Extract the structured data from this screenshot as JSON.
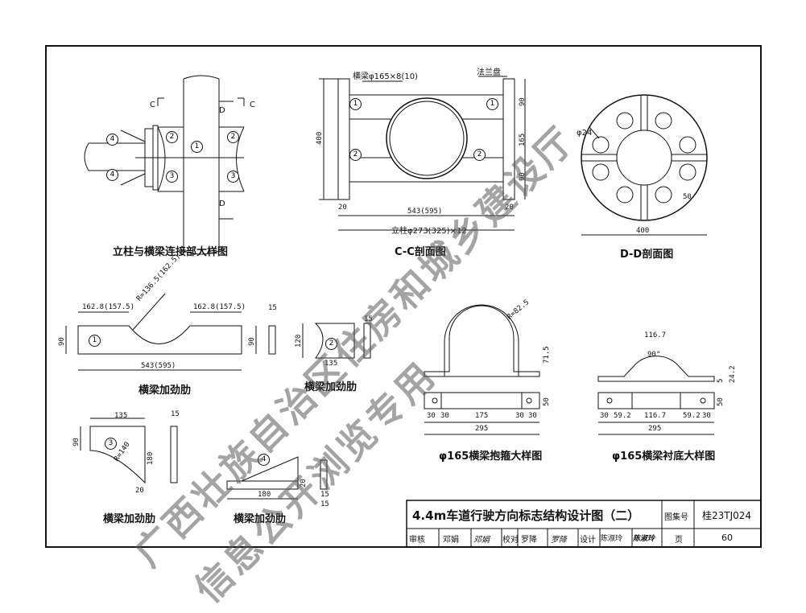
{
  "drawing": {
    "main_title": "4.4m车道行驶方向标志结构设计图（二）",
    "atlas_label": "图集号",
    "atlas_no": "桂23TJ024",
    "page_label": "页",
    "page_no": "60",
    "review_label": "审核",
    "review_name": "邓娟",
    "review_sign": "邓娟",
    "check_label": "校对",
    "check_name": "罗降",
    "check_sign": "罗降",
    "design_label": "设计",
    "design_name": "陈淑玲",
    "design_sign": "陈淑玲"
  },
  "views": {
    "v1_title": "立柱与横梁连接部大样图",
    "v2_title": "C-C剖面图",
    "v3_title": "D-D剖面图",
    "v4_title": "横梁加劲肋",
    "v5_title": "横梁加劲肋",
    "v6_title": "φ165横梁抱箍大样图",
    "v7_title": "φ165横梁衬底大样图",
    "v8_title": "横梁加劲肋",
    "v9_title": "横梁加劲肋"
  },
  "annotations": {
    "c_left": "C",
    "c_right": "C",
    "d_top": "D",
    "d_bottom": "D",
    "beam_spec": "横梁φ165×8(10)",
    "flange": "法兰盘",
    "column_spec": "立柱φ273(325)×12",
    "hole_dia": "φ24",
    "d400_v": "400",
    "d90_a": "90",
    "d165": "165",
    "d90_b": "90",
    "d20_a": "20",
    "d20_b": "20",
    "d543_c": "543(595)",
    "d400_h": "400",
    "d50_r": "50",
    "d162_a": "162.8(157.5)",
    "d162_b": "162.8(157.5)",
    "d_radius": "R=136.5(162.5)",
    "d90_l": "90",
    "d90_r": "90",
    "d543": "543(595)",
    "d15_a": "15",
    "d120": "120",
    "d135_a": "135",
    "d15_b": "15",
    "d135_b": "135",
    "d15_c": "15",
    "d90_c": "90",
    "d180_v": "180",
    "d_r140": "R=140",
    "d20_c": "20",
    "d180_h": "180",
    "d15_d": "15",
    "d20_d": "20",
    "d15_e": "15",
    "d_r825": "R=82.5",
    "d715": "71.5",
    "d50_a": "50",
    "d30_1": "30",
    "d30_2": "30",
    "d175": "175",
    "d30_3": "30",
    "d30_4": "30",
    "d295_a": "295",
    "d1167_top": "116.7",
    "d90deg": "90°",
    "d5": "5",
    "d242": "24.2",
    "d50_b": "50",
    "d30_5": "30",
    "d592_a": "59.2",
    "d1167": "116.7",
    "d592_b": "59.2",
    "d30_6": "30",
    "d295_b": "295"
  },
  "markers": {
    "m1": "1",
    "m2": "2",
    "m3": "3",
    "m4": "4"
  },
  "watermark": {
    "line1": "广西壮族自治区住房和城乡建设厅",
    "line2": "信息公开浏览专用"
  }
}
